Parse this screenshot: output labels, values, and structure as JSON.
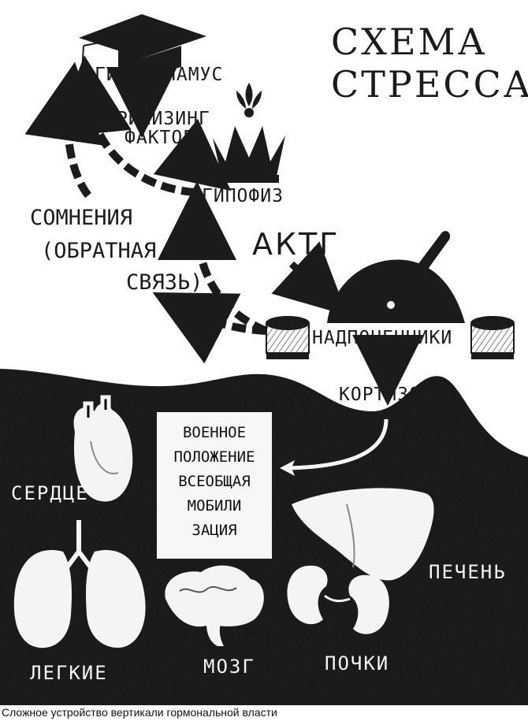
{
  "title": {
    "line1": "СХЕМА",
    "line2": "СТРЕССА"
  },
  "nodes": {
    "hypothalamus": "ГИПОТАЛАМУС",
    "releasing_1": "РИЛИЗИНГ",
    "releasing_2": "ФАКТОР",
    "pituitary": "ГИПОФИЗ",
    "actg": "АКТГ",
    "adrenal": "НАДПОЧЕЧНИКИ",
    "cortisol": "КОРТИЗОЛ"
  },
  "feedback": {
    "line1": "СОМНЕНИЯ",
    "line2": "(ОБРАТНАЯ",
    "line3": "СВЯЗЬ)"
  },
  "box": {
    "line1": "ВОЕННОЕ",
    "line2": "ПОЛОЖЕНИЕ",
    "line3": "ВСЕОБЩАЯ",
    "line4": "МОБИЛИ",
    "line5": "ЗАЦИЯ"
  },
  "organs": {
    "heart": "СЕРДЦЕ",
    "lungs": "ЛЕГКИЕ",
    "brain": "МОЗГ",
    "kidneys": "ПОЧКИ",
    "liver": "ПЕЧЕНЬ"
  },
  "caption": "Сложное устройство вертикали гормональной власти"
}
